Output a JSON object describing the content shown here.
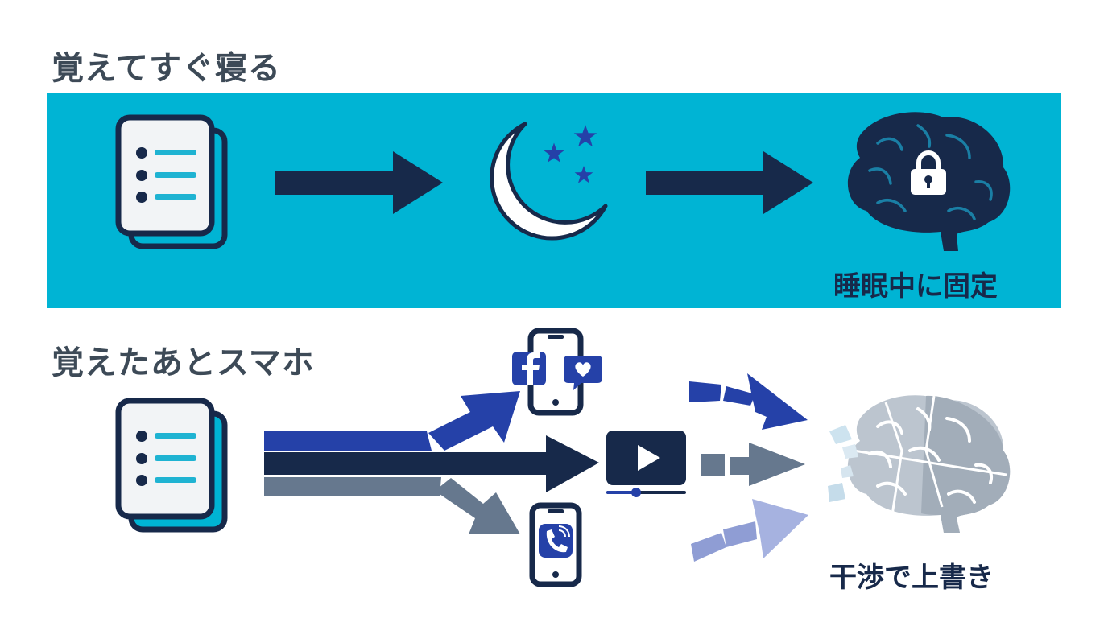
{
  "scenarios": {
    "top": {
      "heading": "覚えてすぐ寝る",
      "caption": "睡眠中に固定"
    },
    "bottom": {
      "heading": "覚えたあとスマホ",
      "caption": "干渉で上書き"
    }
  },
  "colors": {
    "banner": "#00b4d4",
    "navy": "#17294a",
    "royal_blue": "#2541a8",
    "slate": "#66788e",
    "heading_text": "#3d4a57"
  },
  "icons": [
    "notes-icon",
    "moon-icon",
    "star-icon",
    "brain-icon",
    "lock-icon",
    "smartphone-icon",
    "facebook-icon",
    "chat-heart-icon",
    "video-player-icon",
    "play-icon",
    "phone-call-icon"
  ]
}
